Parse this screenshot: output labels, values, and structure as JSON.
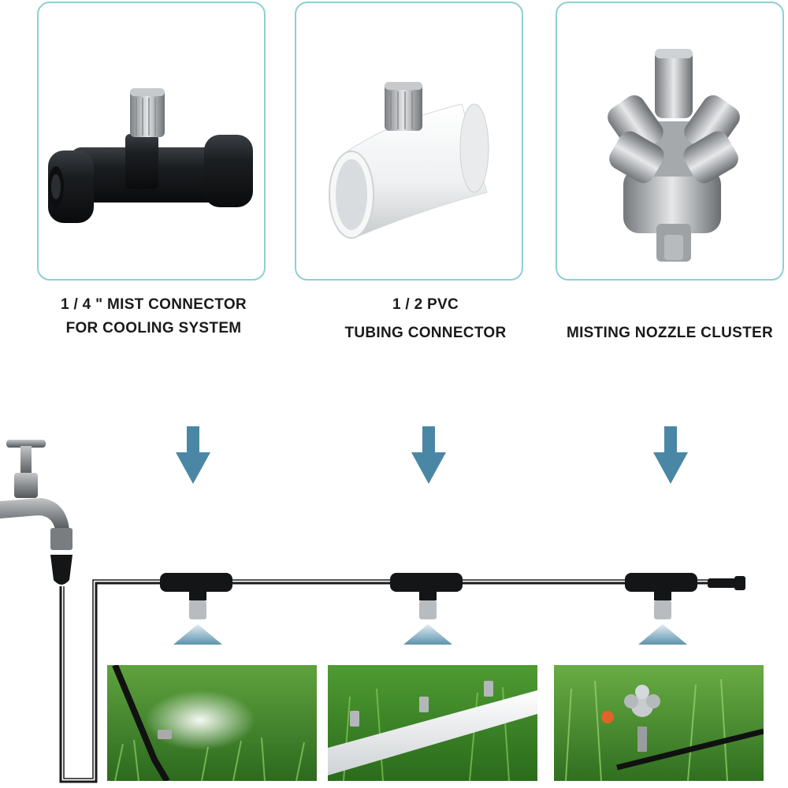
{
  "products": [
    {
      "caption_line1": "1 / 4 \" MIST CONNECTOR",
      "caption_line2": "FOR COOLING SYSTEM",
      "image": "black-tee-mist-connector"
    },
    {
      "caption_line1": "1 / 2 PVC",
      "caption_line2": "TUBING CONNECTOR",
      "image": "white-pvc-tee-with-nozzle"
    },
    {
      "caption_line1": "",
      "caption_line2": "MISTING NOZZLE CLUSTER",
      "image": "five-head-nozzle-cluster"
    }
  ],
  "colors": {
    "card_border": "#8fcfd2",
    "arrow": "#4a87a5",
    "tubing": "#1a1a1a",
    "grass": "#3f8f2c"
  },
  "diagram": {
    "source": "faucet-icon",
    "line": "black-tubing",
    "connectors": 3,
    "photos": [
      "grass-misting-photo",
      "grass-pvc-pipe-photo",
      "grass-nozzle-cluster-photo"
    ]
  }
}
